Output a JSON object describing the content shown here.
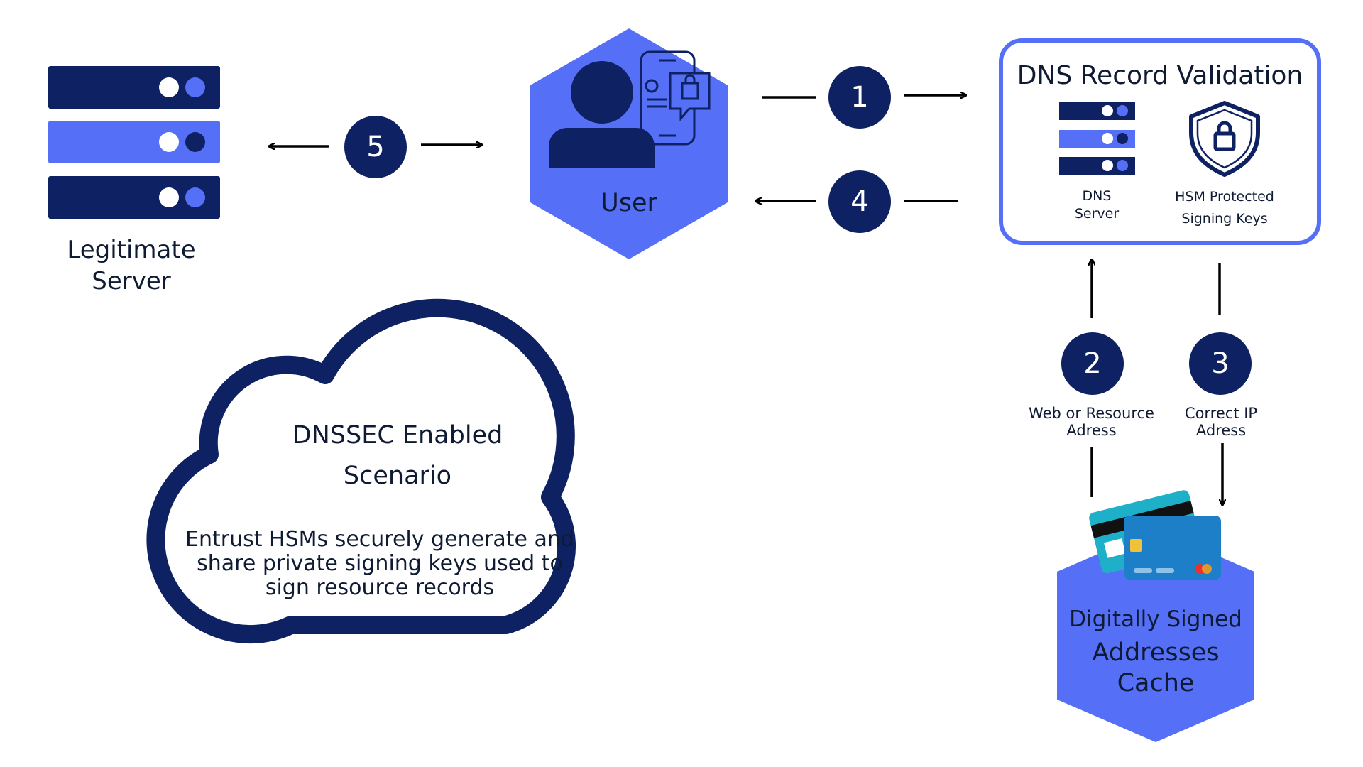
{
  "colors": {
    "navy": "#0d2163",
    "accent": "#5570f6",
    "white": "#ffffff"
  },
  "legit_server": {
    "label_line1": "Legitimate",
    "label_line2": "Server",
    "icon": "server-stack-icon"
  },
  "user": {
    "label": "User",
    "icon": "user-with-phone-icon"
  },
  "validation": {
    "title": "DNS Record Validation",
    "dns_server_line1": "DNS",
    "dns_server_line2": "Server",
    "hsm_line1": "HSM Protected",
    "hsm_line2": "Signing Keys",
    "icons": [
      "server-stack-icon",
      "shield-lock-icon"
    ]
  },
  "steps": {
    "s1": "1",
    "s2": "2",
    "s3": "3",
    "s4": "4",
    "s5": "5"
  },
  "step_labels": {
    "s2_line1": "Web or Resource",
    "s2_line2": "Adress",
    "s3_line1": "Correct IP",
    "s3_line2": "Adress"
  },
  "cache": {
    "line1": "Digitally Signed",
    "line2": "Addresses",
    "line3": "Cache",
    "icon": "credit-cards-icon"
  },
  "cloud": {
    "title_line1": "DNSSEC Enabled",
    "title_line2": "Scenario",
    "body_line1": "Entrust HSMs securely generate and",
    "body_line2": "share private signing keys used to",
    "body_line3": "sign resource records"
  }
}
